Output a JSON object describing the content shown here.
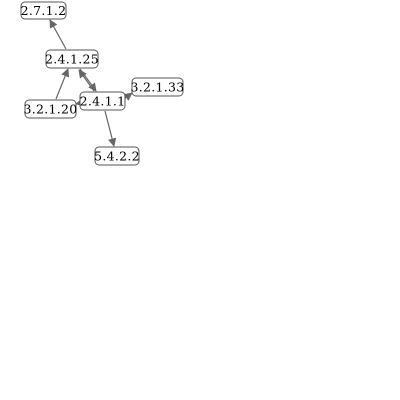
{
  "diagram": {
    "type": "directed-graph",
    "nodes": [
      {
        "id": "n1",
        "label": "2.7.1.2"
      },
      {
        "id": "n2",
        "label": "2.4.1.25"
      },
      {
        "id": "n3",
        "label": "3.2.1.33"
      },
      {
        "id": "n4",
        "label": "3.2.1.20"
      },
      {
        "id": "n5",
        "label": "2.4.1.1"
      },
      {
        "id": "n6",
        "label": "5.4.2.2"
      }
    ],
    "edges": [
      {
        "from": "n2",
        "to": "n1"
      },
      {
        "from": "n4",
        "to": "n2"
      },
      {
        "from": "n2",
        "to": "n5"
      },
      {
        "from": "n5",
        "to": "n2"
      },
      {
        "from": "n5",
        "to": "n3"
      },
      {
        "from": "n5",
        "to": "n4"
      },
      {
        "from": "n5",
        "to": "n6"
      }
    ],
    "colors": {
      "edge": "#666666",
      "node_border": "#555555",
      "node_fill": "#ffffff",
      "text": "#000000"
    }
  }
}
